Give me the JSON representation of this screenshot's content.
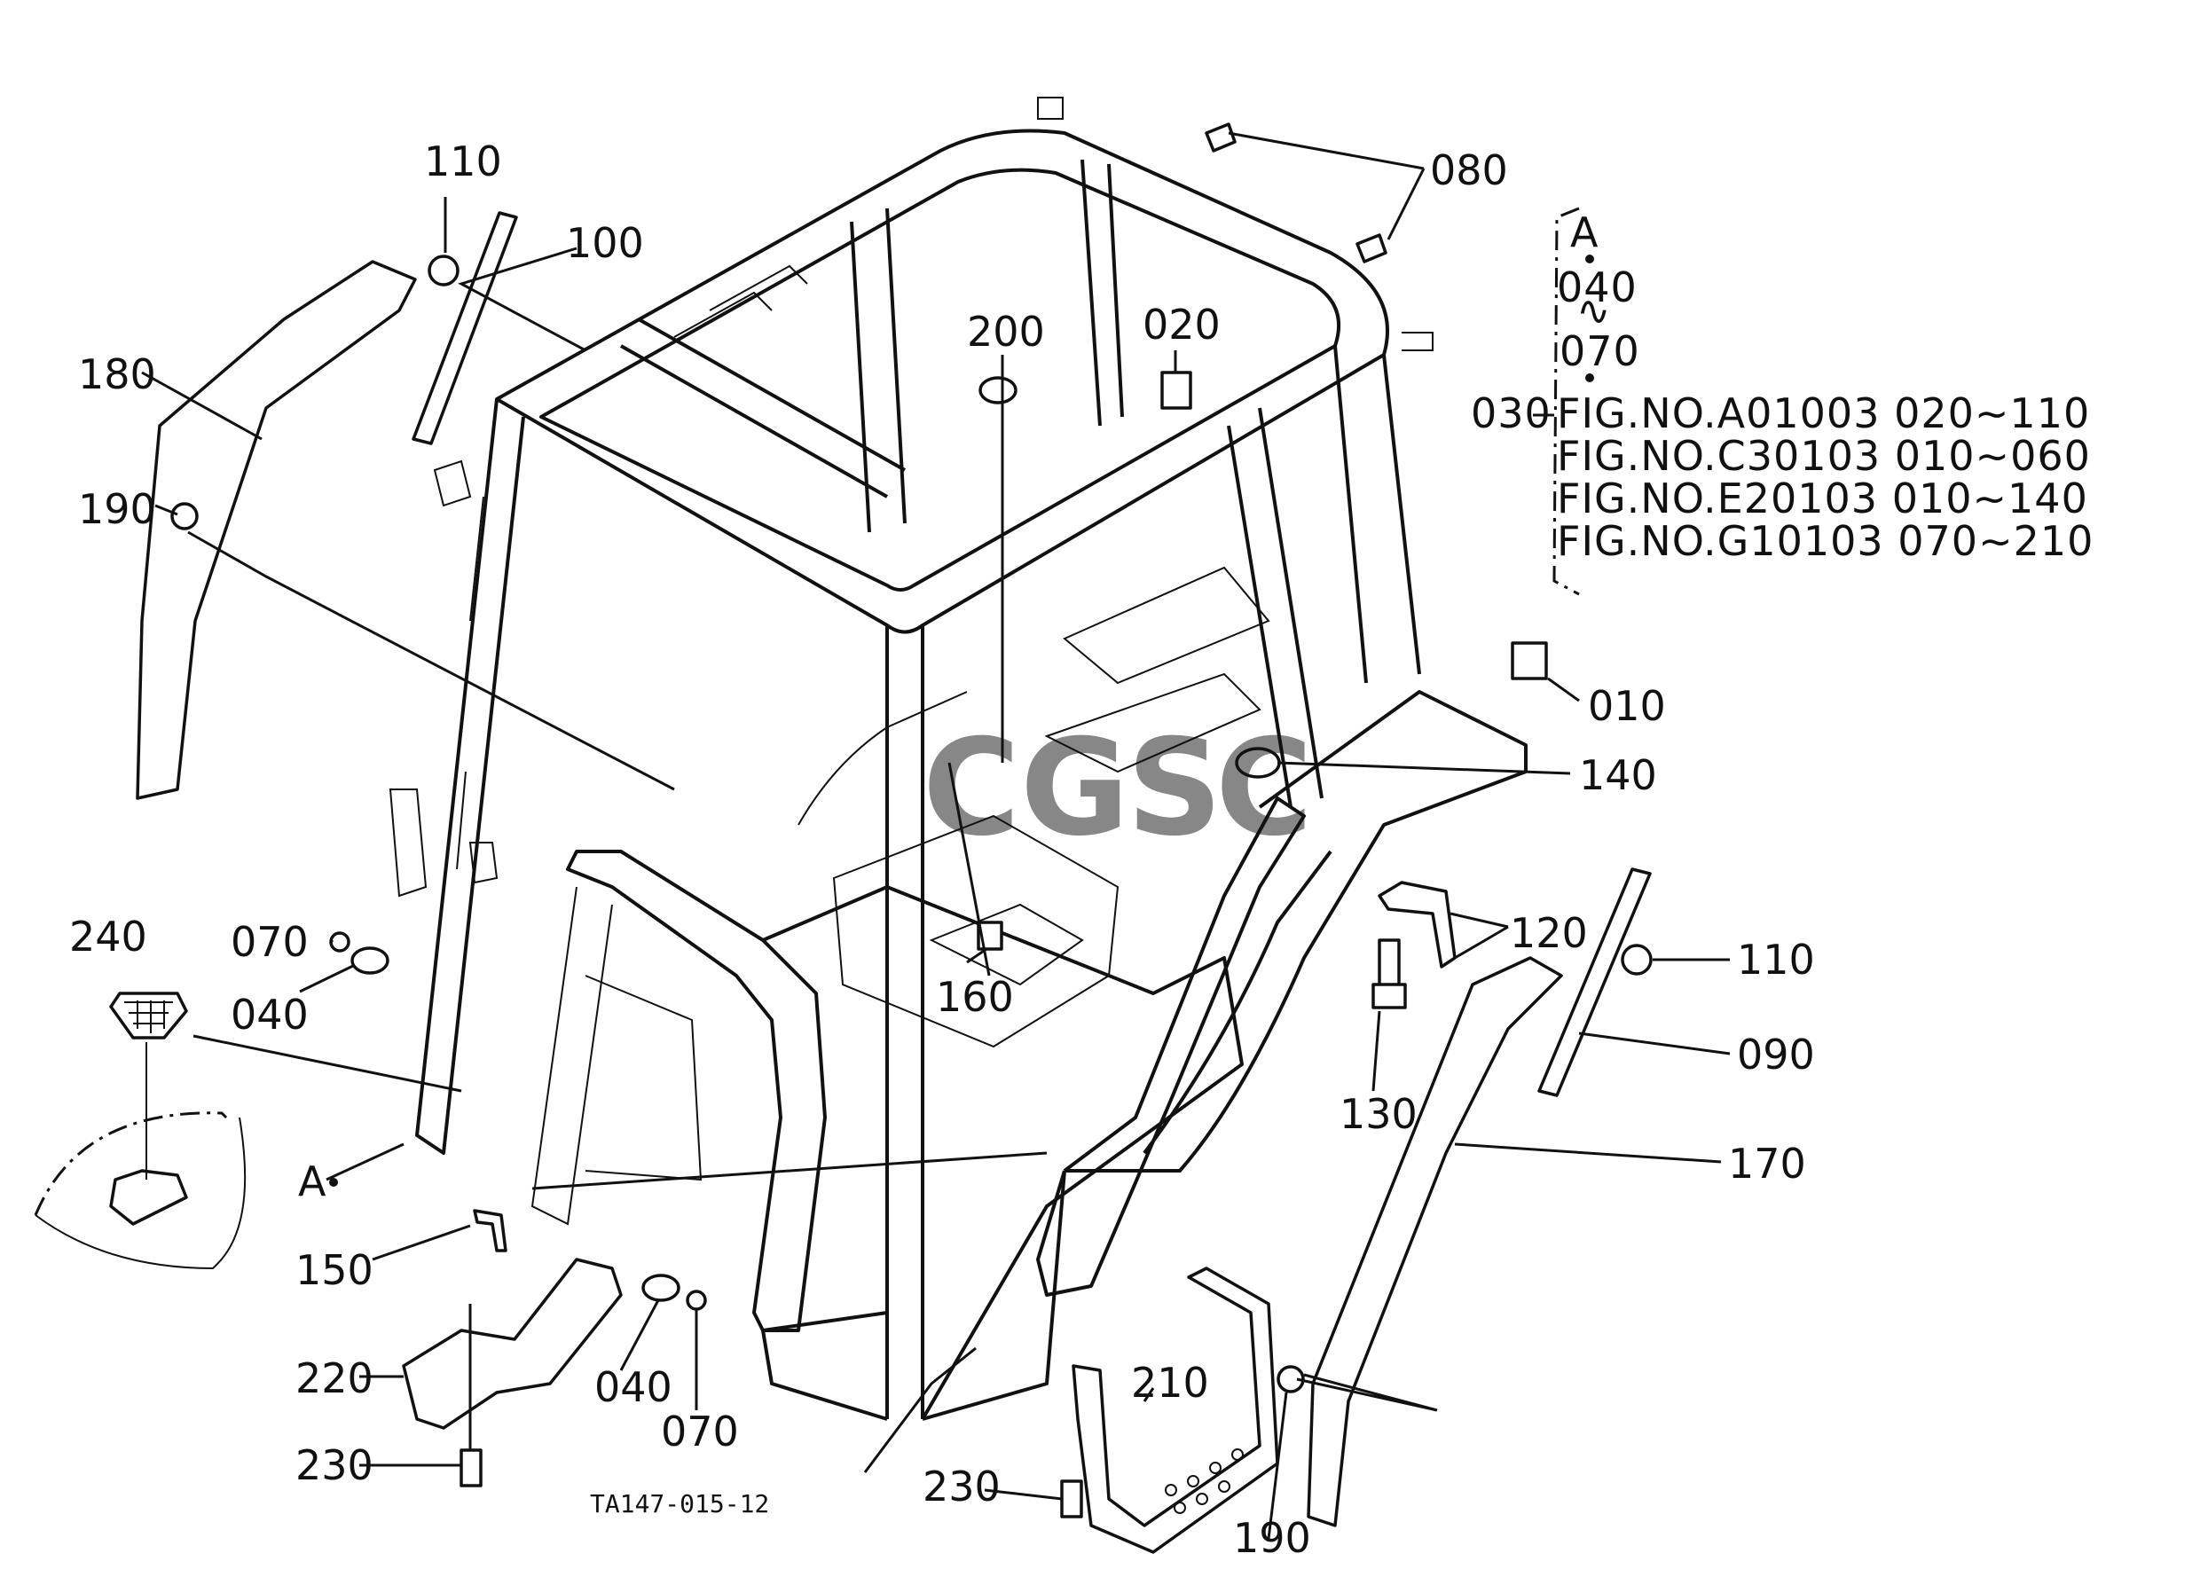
{
  "callouts": {
    "c110a": "110",
    "c100": "100",
    "c180": "180",
    "c190a": "190",
    "c200": "200",
    "c020": "020",
    "c080": "080",
    "c010": "010",
    "c140": "140",
    "c120": "120",
    "c110b": "110",
    "c090": "090",
    "c130": "130",
    "c170": "170",
    "c160": "160",
    "c240": "240",
    "c070a": "070",
    "c040a": "040",
    "cA": "A",
    "c150": "150",
    "c220": "220",
    "c230a": "230",
    "c040b": "040",
    "c070b": "070",
    "c210": "210",
    "c230b": "230",
    "c190b": "190"
  },
  "reference_box": {
    "marker": "A",
    "range_start": "040",
    "range_sep": "∿",
    "range_end": "070",
    "parent_label": "030",
    "lines": [
      "FIG.NO.A01003  020~110",
      "FIG.NO.C30103  010~060",
      "FIG.NO.E20103  010~140",
      "FIG.NO.G10103  070~210"
    ]
  },
  "drawing_code": "TA147-015-12",
  "watermark": {
    "letters": [
      "C",
      "G",
      "S",
      "C"
    ],
    "colors": [
      "#4a7fe0",
      "#e0463c",
      "#f0c419",
      "#3faa5a"
    ]
  }
}
